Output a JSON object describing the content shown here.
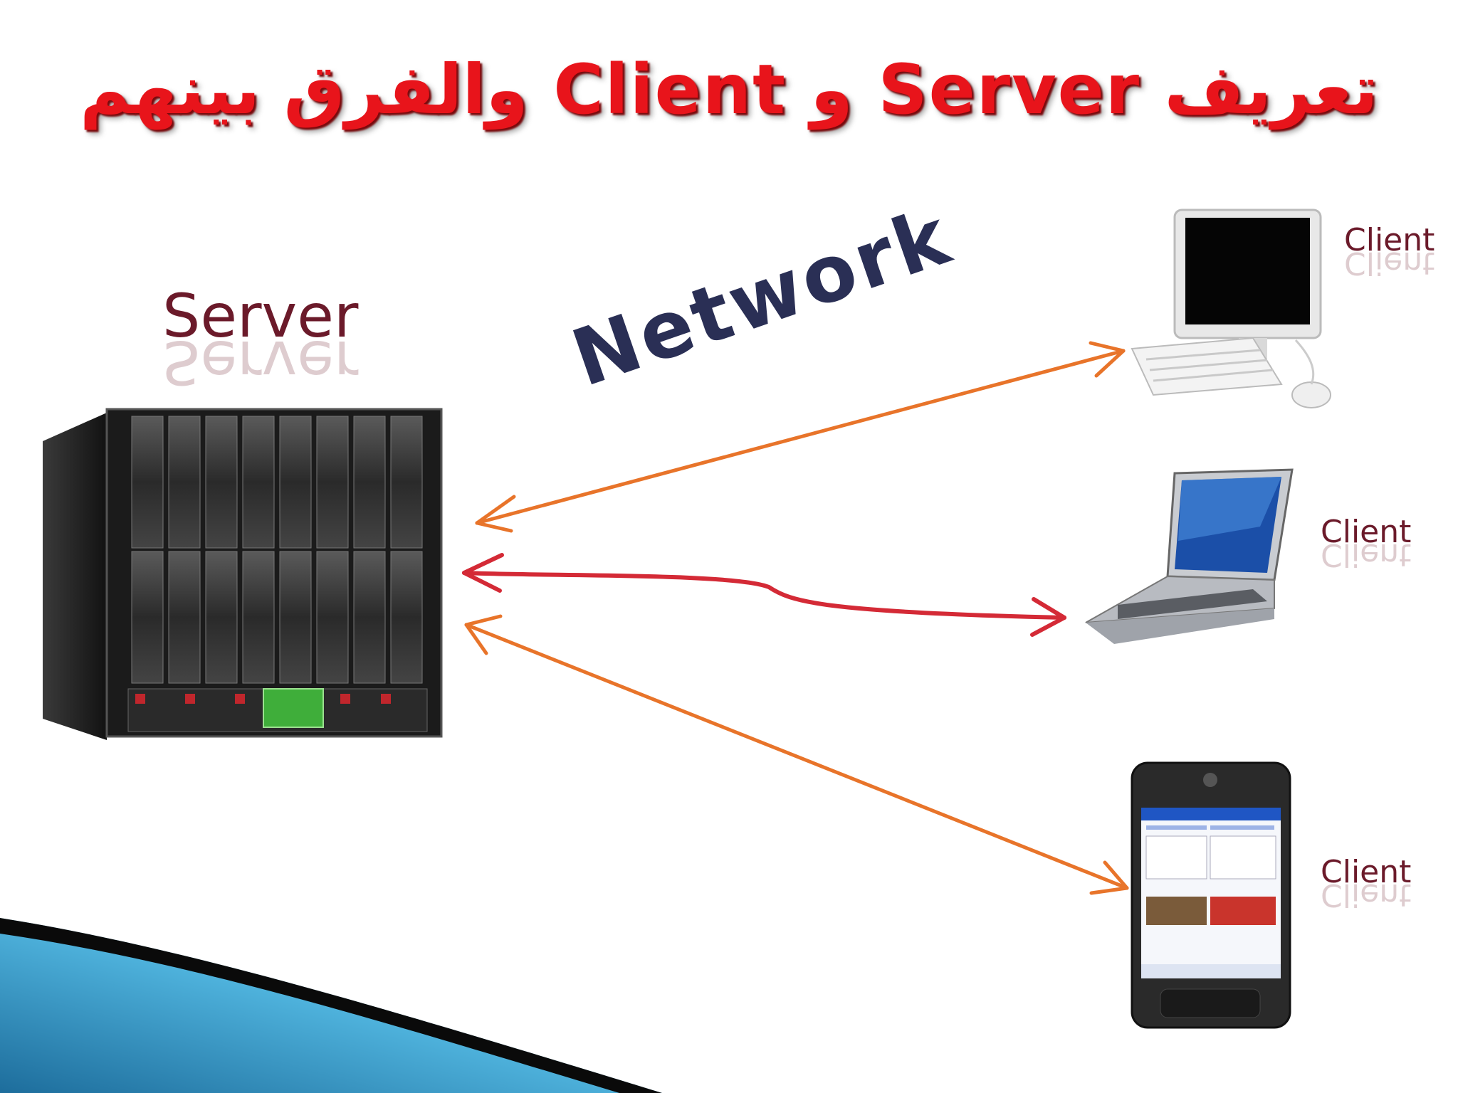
{
  "title": "تعريف  Server و Client والفرق بينهم",
  "server": {
    "label": "Server",
    "icon": "server-rack-icon"
  },
  "network": {
    "label": "Network"
  },
  "clients": [
    {
      "label": "Client",
      "icon": "desktop-computer-icon"
    },
    {
      "label": "Client",
      "icon": "laptop-icon"
    },
    {
      "label": "Client",
      "icon": "pda-phone-icon"
    }
  ],
  "colors": {
    "title": "#e8141b",
    "label": "#6b1a2a",
    "network": "#2a2f55",
    "arrow_orange": "#e8742a",
    "arrow_red": "#d42a36",
    "corner_blue": "#2a8fc4"
  }
}
